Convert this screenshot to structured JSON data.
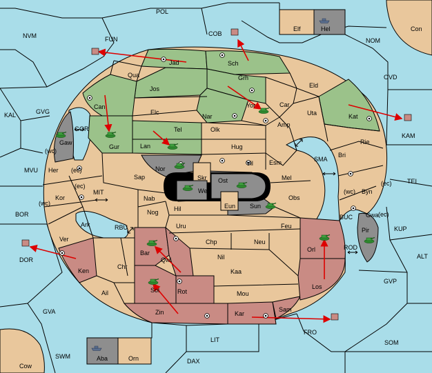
{
  "colors": {
    "sea": "#a9dde9",
    "land": "#e9c79c",
    "green": "#9bc28a",
    "red": "#c98b84",
    "grey": "#8e8e8e",
    "black": "#000000",
    "arrow": "#dd0000",
    "unit_green": "#2f8a2f"
  },
  "sea_labels": {
    "pol": "POL",
    "nvm": "NVM",
    "fun": "FUN",
    "cob": "COB",
    "nom": "NOM",
    "con": "Con",
    "ovd": "OVD",
    "kal": "KAL",
    "gvg": "GVG",
    "gor": "GOR",
    "kam": "KAM",
    "mvu": "MVU",
    "sma": "SMA",
    "tei": "TEI",
    "mit": "MIT",
    "bor": "BOR",
    "rbu": "RBU",
    "buc": "BUC",
    "kup": "KUP",
    "rod": "ROD",
    "dor": "DOR",
    "alt": "ALT",
    "gvp": "GVP",
    "gva": "GVA",
    "fro": "FRO",
    "som": "SOM",
    "lit": "LIT",
    "swm": "SWM",
    "dax": "DAX",
    "cow": "Cow"
  },
  "land_labels": {
    "jad": "Jad",
    "sch": "Sch",
    "qua": "Qua",
    "jos": "Jos",
    "grh": "Grh",
    "eld": "Eld",
    "can": "Can",
    "elc": "Elc",
    "nar": "Nar",
    "yor": "Yor",
    "car": "Car",
    "uta": "Uta",
    "kat": "Kat",
    "gaw": "Gaw",
    "gur": "Gur",
    "tel": "Tel",
    "lan": "Lan",
    "olk": "Olk",
    "amp": "Amp",
    "hug": "Hug",
    "rie": "Rie",
    "bri": "Bri",
    "wc1": "(wc)",
    "nor": "Nor",
    "skr": "Skr",
    "vil": "Vil",
    "esm": "Esm",
    "her": "Her",
    "ec1": "(ec)",
    "sap": "Sap",
    "ost": "Ost",
    "web": "Web",
    "mel": "Mel",
    "ec2": "(ec)",
    "wc2": "(wc)",
    "byn": "Byn",
    "ec3": "(ec)",
    "kor": "Kor",
    "wc3": "(wc)",
    "nab": "Nab",
    "eun": "Eun",
    "sun": "Sun",
    "obs": "Obs",
    "gwa": "Gwa",
    "ec4": "(ec)",
    "hil": "Hil",
    "nog": "Nog",
    "ark": "Ark",
    "uru": "Uru",
    "feu": "Feu",
    "pir": "Pir",
    "ver": "Ver",
    "bar": "Bar",
    "qwi": "Qwi",
    "chp": "Chp",
    "neu": "Neu",
    "orl": "Orl",
    "ken": "Ken",
    "chr": "Chr",
    "nil": "Nil",
    "kaa": "Kaa",
    "sol": "Sol",
    "rot": "Rot",
    "los": "Los",
    "ail": "Ail",
    "mou": "Mou",
    "zin": "Zin",
    "kar": "Kar",
    "sam": "Sam"
  },
  "inset_labels": {
    "elf": "Elf",
    "hel": "Hel",
    "aba": "Aba",
    "orn": "Orn"
  }
}
